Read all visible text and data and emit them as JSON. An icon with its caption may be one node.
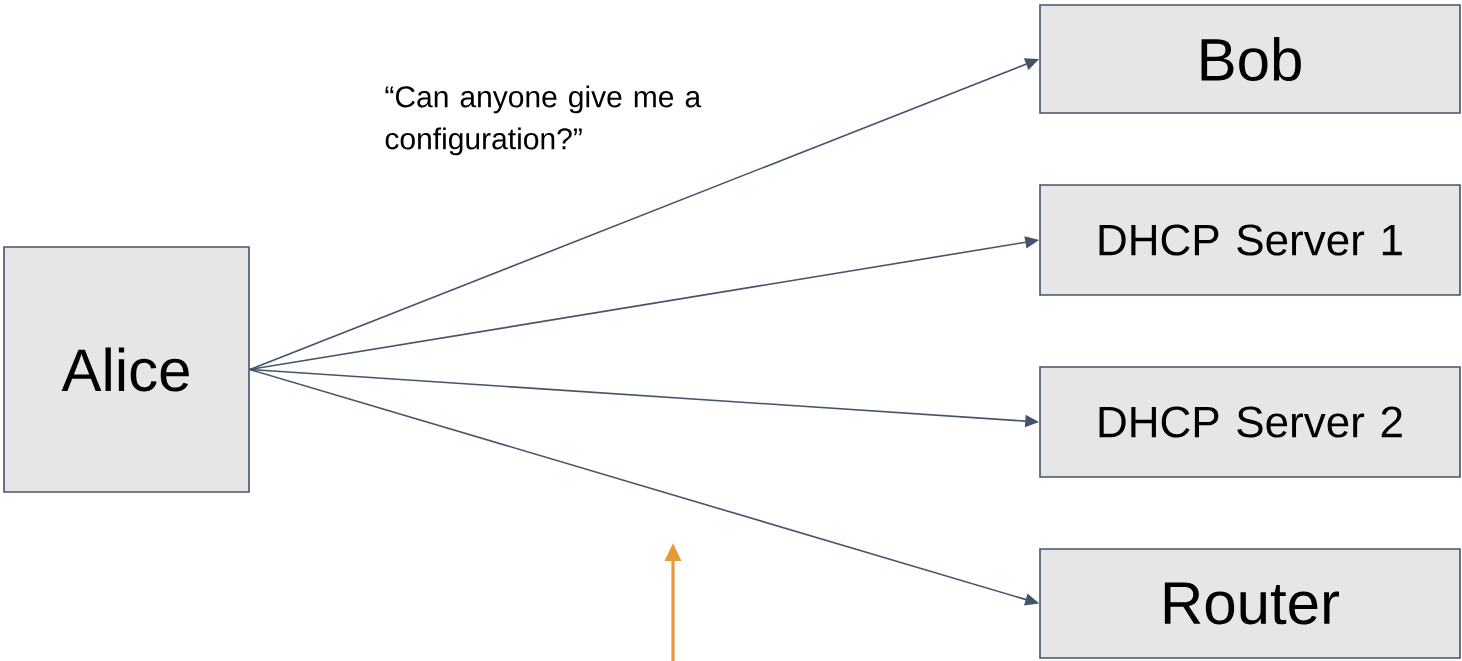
{
  "diagram": {
    "nodes": [
      {
        "text": [
          "Alice"
        ]
      },
      {
        "text": [
          "Bob"
        ]
      },
      {
        "text": [
          "DHCP Server 1"
        ]
      },
      {
        "text": [
          "DHCP Server 2"
        ]
      },
      {
        "text": [
          "Router"
        ]
      }
    ],
    "edges": [
      {
        "from": 0,
        "to": 1,
        "arrow": "to"
      },
      {
        "from": 0,
        "to": 2,
        "arrow": "to"
      },
      {
        "from": 0,
        "to": 3,
        "arrow": "to"
      },
      {
        "from": 0,
        "to": 4,
        "arrow": "to"
      }
    ],
    "labels": [
      "“Can anyone give me a configuration?”"
    ]
  }
}
